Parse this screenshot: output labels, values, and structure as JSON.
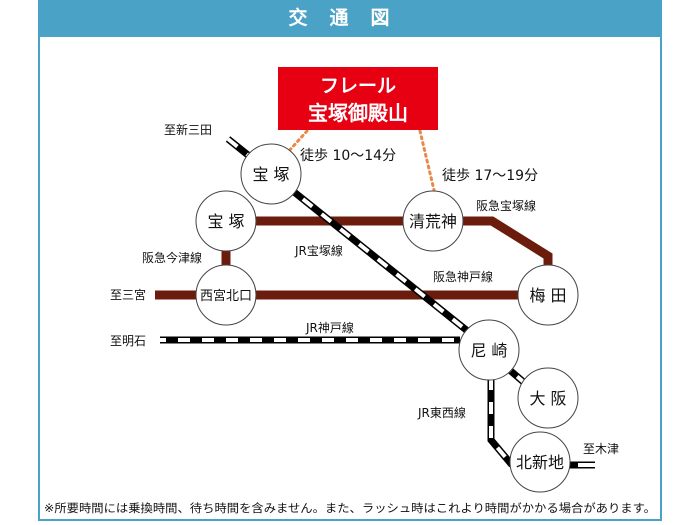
{
  "header": {
    "title": "交通図"
  },
  "destination": {
    "line1": "フレール",
    "line2": "宝塚御殿山"
  },
  "walk": {
    "takarazuka": "徒歩 10〜14分",
    "kiyoshikojin": "徒歩 17〜19分"
  },
  "stations": {
    "jr_takarazuka": "宝 塚",
    "hankyu_takarazuka": "宝 塚",
    "kiyoshikojin": "清荒神",
    "nishinomiya_kitaguchi": "西宮北口",
    "umeda": "梅 田",
    "amagasaki": "尼 崎",
    "osaka": "大 阪",
    "kitashinchi": "北新地"
  },
  "lines": {
    "hankyu_takarazuka": "阪急宝塚線",
    "jr_takarazuka": "JR宝塚線",
    "hankyu_imazu": "阪急今津線",
    "hankyu_kobe": "阪急神戸線",
    "jr_kobe": "JR神戸線",
    "jr_tozai": "JR東西線"
  },
  "directions": {
    "shinsanda": "至新三田",
    "sannomiya": "至三宮",
    "akashi": "至明石",
    "kizu": "至木津"
  },
  "footnote": "※所要時間には乗換時間、待ち時間を含みません。また、ラッシュ時はこれより時間がかかる場合があります。",
  "colors": {
    "header": "#4aa2c6",
    "hankyu": "#6b1c0c",
    "destination": "#e60012",
    "walk": "#e8894a"
  }
}
